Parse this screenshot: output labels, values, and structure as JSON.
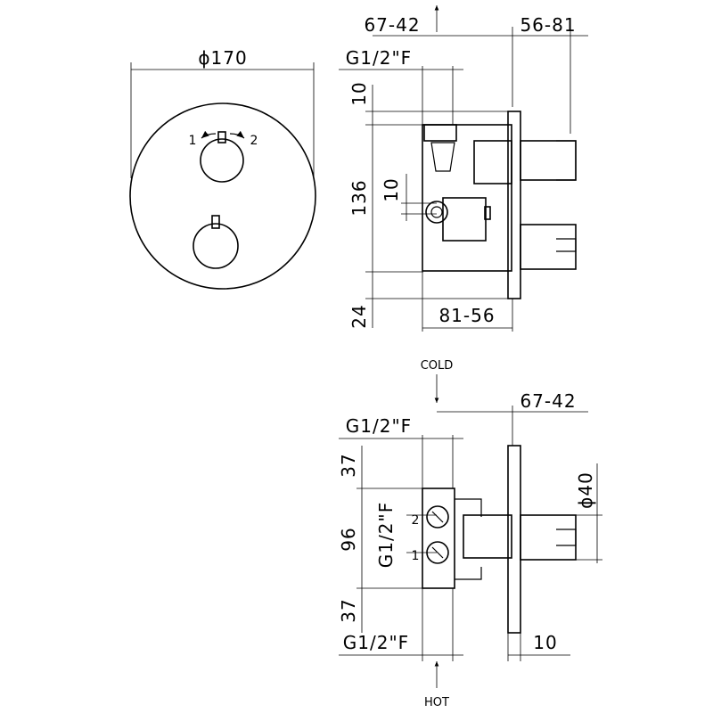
{
  "front_view": {
    "diameter_label": "ϕ170",
    "dir_label_1": "1",
    "dir_label_2": "2"
  },
  "side_view": {
    "dim_top_left": "67-42",
    "dim_top_right": "56-81",
    "thread_label": "G1/2\"F",
    "dim_10_top": "10",
    "dim_136": "136",
    "dim_10_mid": "10",
    "dim_24": "24",
    "dim_bottom": "81-56"
  },
  "bottom_view": {
    "cold_label": "COLD",
    "hot_label": "HOT",
    "thread_top": "G1/2\"F",
    "thread_bottom": "G1/2\"F",
    "thread_side": "G1/2\"F",
    "dim_top": "67-42",
    "dim_37_top": "37",
    "dim_96": "96",
    "dim_37_bottom": "37",
    "dim_40": "ϕ40",
    "dim_10": "10",
    "port_2": "2",
    "port_1": "1"
  }
}
